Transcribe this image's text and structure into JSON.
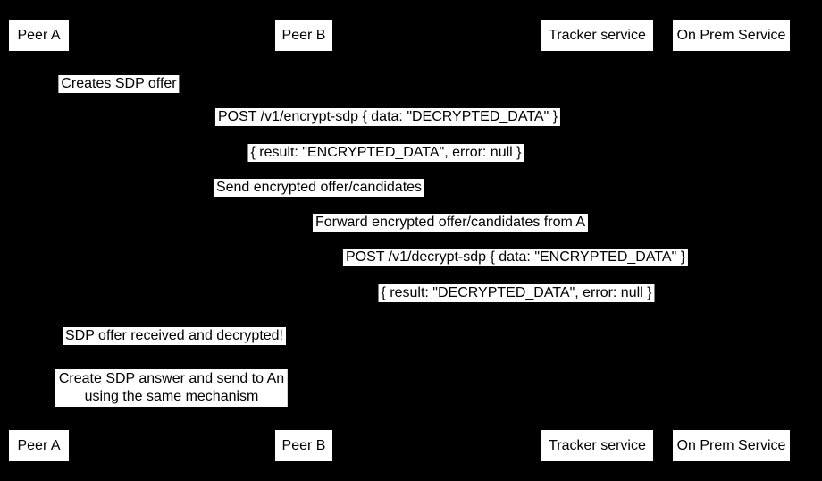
{
  "diagram": {
    "type": "sequence-diagram",
    "colors": {
      "background": "#000000",
      "box_fill": "#ffffff",
      "box_text": "#000000"
    }
  },
  "participants": [
    {
      "label": "Peer A"
    },
    {
      "label": "Peer B"
    },
    {
      "label": "Tracker service"
    },
    {
      "label": "On Prem Service"
    }
  ],
  "messages": [
    {
      "label": "Creates SDP offer"
    },
    {
      "label": "POST /v1/encrypt-sdp { data: \"DECRYPTED_DATA\" }"
    },
    {
      "label": "{ result: \"ENCRYPTED_DATA\", error: null }"
    },
    {
      "label": "Send encrypted offer/candidates"
    },
    {
      "label": "Forward encrypted offer/candidates from A"
    },
    {
      "label": "POST /v1/decrypt-sdp { data: \"ENCRYPTED_DATA\" }"
    },
    {
      "label": "{ result: \"DECRYPTED_DATA\", error: null }"
    },
    {
      "label": "SDP offer received and decrypted!"
    },
    {
      "lines": [
        "Create SDP answer and send to An",
        "using the same mechanism"
      ]
    }
  ]
}
